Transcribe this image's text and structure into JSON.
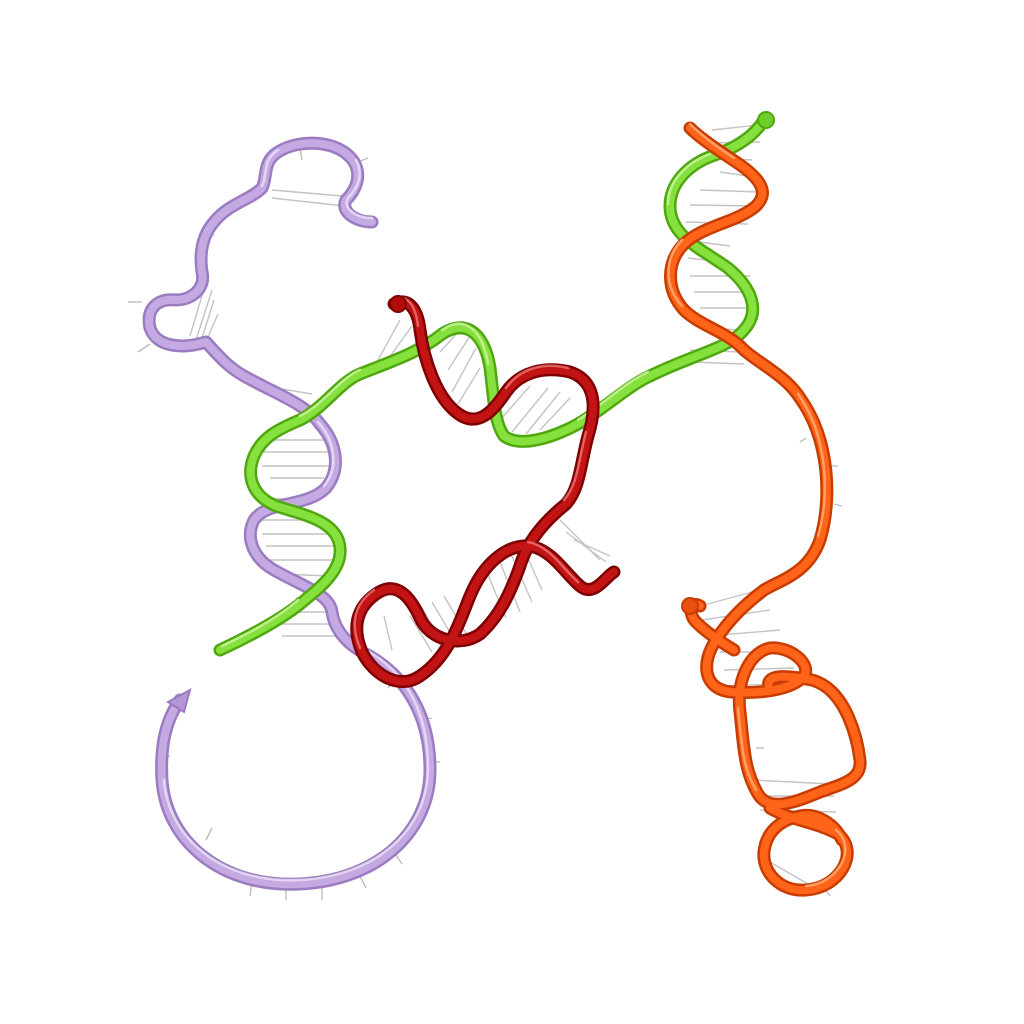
{
  "scene": {
    "background": "#ffffff",
    "description_type": "rna-dna-nanostructure-3d-ribbon-render"
  },
  "strands": [
    {
      "id": "lavender",
      "color": "#b99ad8",
      "highlight": "#e3d6f2"
    },
    {
      "id": "green",
      "color": "#6fcf2a",
      "highlight": "#b8ee8a"
    },
    {
      "id": "red",
      "color": "#b30a0a",
      "highlight": "#e85a5a"
    },
    {
      "id": "orange",
      "color": "#f4560f",
      "highlight": "#ffa26e"
    }
  ],
  "base_pair_color": "#c4c4c4"
}
